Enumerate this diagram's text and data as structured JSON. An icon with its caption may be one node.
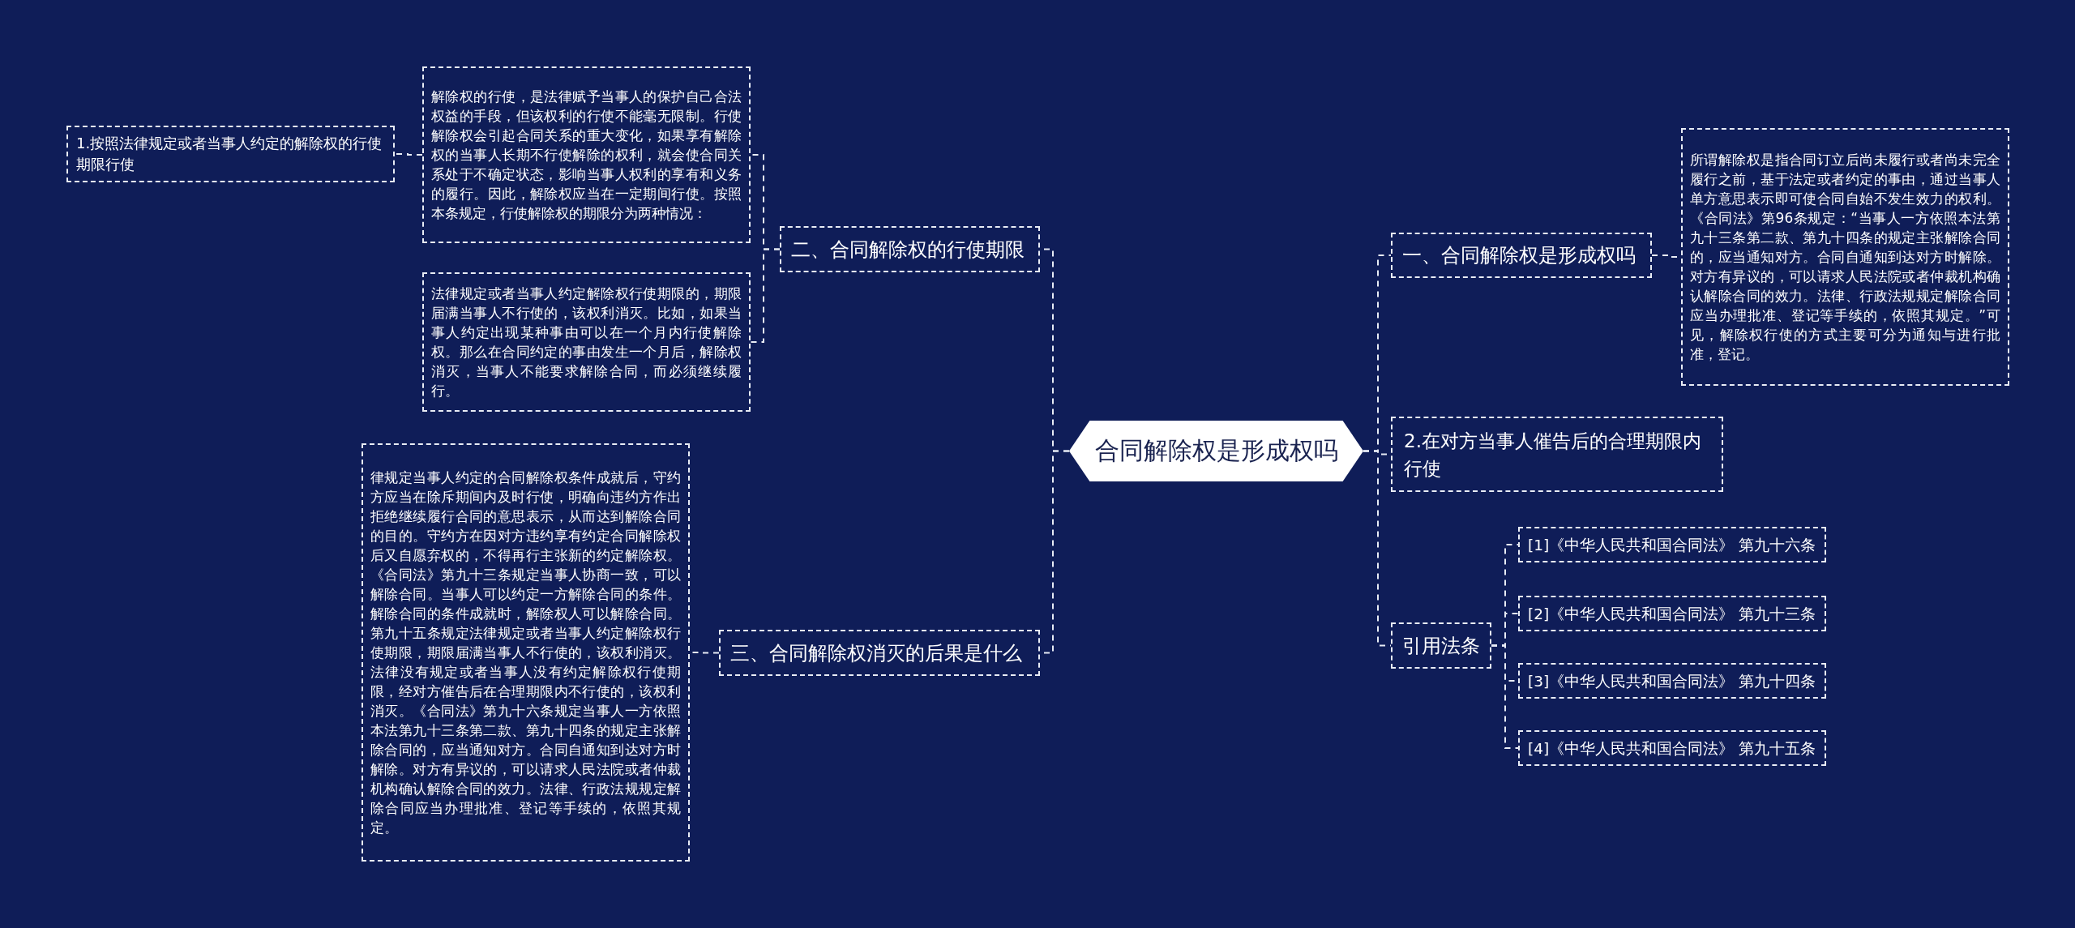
{
  "diagram": {
    "nodes": [
      {
        "text": [
          "合同解除权是形成权吗"
        ]
      },
      {
        "text": [
          "一、合同解除权是形成权吗"
        ]
      },
      {
        "text": [
          "所谓解除权是指合同订立后尚未履行或者尚未完全履行之前，基于法定或者约定的事由，通过当事人单方意思表示即可使合同自始不发生效力的权利。《合同法》第96条规定：“当事人一方依照本法第九十三条第二款、第九十四条的规定主张解除合同的，应当通知对方。合同自通知到达对方时解除。对方有异议的，可以请求人民法院或者仲裁机构确认解除合同的效力。法律、行政法规规定解除合同应当办理批准、登记等手续的，依照其规定。”可见，解除权行使的方式主要可分为通知与进行批准，登记。"
        ]
      },
      {
        "text": [
          "2.在对方当事人催告后的合理期限内行使"
        ]
      },
      {
        "text": [
          "引用法条"
        ]
      },
      {
        "text": [
          "[1]《中华人民共和国合同法》 第九十六条"
        ]
      },
      {
        "text": [
          "[2]《中华人民共和国合同法》 第九十三条"
        ]
      },
      {
        "text": [
          "[3]《中华人民共和国合同法》 第九十四条"
        ]
      },
      {
        "text": [
          "[4]《中华人民共和国合同法》 第九十五条"
        ]
      },
      {
        "text": [
          "二、合同解除权的行使期限"
        ]
      },
      {
        "text": [
          "解除权的行使，是法律赋予当事人的保护自己合法权益的手段，但该权利的行使不能毫无限制。行使解除权会引起合同关系的重大变化，如果享有解除权的当事人长期不行使解除的权利，就会使合同关系处于不确定状态，影响当事人权利的享有和义务的履行。因此，解除权应当在一定期间行使。按照本条规定，行使解除权的期限分为两种情况："
        ]
      },
      {
        "text": [
          "1.按照法律规定或者当事人约定的解除权的行使期限行使"
        ]
      },
      {
        "text": [
          "法律规定或者当事人约定解除权行使期限的，期限届满当事人不行使的，该权利消灭。比如，如果当事人约定出现某种事由可以在一个月内行使解除权。那么在合同约定的事由发生一个月后，解除权消灭，当事人不能要求解除合同，而必须继续履行。"
        ]
      },
      {
        "text": [
          "三、合同解除权消灭的后果是什么"
        ]
      },
      {
        "text": [
          "律规定当事人约定的合同解除权条件成就后，守约方应当在除斥期间内及时行使，明确向违约方作出拒绝继续履行合同的意思表示，从而达到解除合同的目的。守约方在因对方违约享有约定合同解除权后又自愿弃权的，不得再行主张新的约定解除权。《合同法》第九十三条规定当事人协商一致，可以解除合同。当事人可以约定一方解除合同的条件。解除合同的条件成就时，解除权人可以解除合同。第九十五条规定法律规定或者当事人约定解除权行使期限，期限届满当事人不行使的，该权利消灭。法律没有规定或者当事人没有约定解除权行使期限，经对方催告后在合理期限内不行使的，该权利消灭。《合同法》第九十六条规定当事人一方依照本法第九十三条第二款、第九十四条的规定主张解除合同的，应当通知对方。合同自通知到达对方时解除。对方有异议的，可以请求人民法院或者仲裁机构确认解除合同的效力。法律、行政法规规定解除合同应当办理批准、登记等手续的，依照其规定。"
        ]
      }
    ],
    "edges": [
      {
        "from": 0,
        "to": 1,
        "arrow": "none"
      },
      {
        "from": 1,
        "to": 2,
        "arrow": "none"
      },
      {
        "from": 0,
        "to": 3,
        "arrow": "none"
      },
      {
        "from": 0,
        "to": 4,
        "arrow": "none"
      },
      {
        "from": 4,
        "to": 5,
        "arrow": "none"
      },
      {
        "from": 4,
        "to": 6,
        "arrow": "none"
      },
      {
        "from": 4,
        "to": 7,
        "arrow": "none"
      },
      {
        "from": 4,
        "to": 8,
        "arrow": "none"
      },
      {
        "from": 0,
        "to": 9,
        "arrow": "none"
      },
      {
        "from": 9,
        "to": 10,
        "arrow": "none"
      },
      {
        "from": 10,
        "to": 11,
        "arrow": "none"
      },
      {
        "from": 9,
        "to": 12,
        "arrow": "none"
      },
      {
        "from": 0,
        "to": 13,
        "arrow": "none"
      },
      {
        "from": 13,
        "to": 14,
        "arrow": "none"
      }
    ]
  }
}
